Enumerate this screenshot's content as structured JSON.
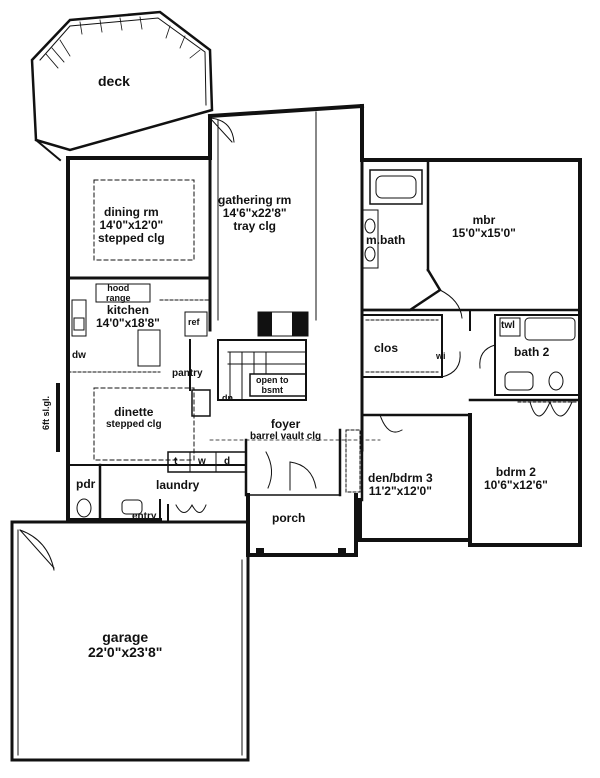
{
  "rooms": {
    "deck": {
      "name": "deck"
    },
    "dining": {
      "name": "dining rm",
      "size": "14'0\"x12'0\"",
      "note": "stepped clg"
    },
    "gathering": {
      "name": "gathering rm",
      "size": "14'6\"x22'8\"",
      "note": "tray clg"
    },
    "mbr": {
      "name": "mbr",
      "size": "15'0\"x15'0\""
    },
    "mbath": {
      "name": "m.bath"
    },
    "kitchen": {
      "name": "kitchen",
      "size": "14'0\"x18'8\""
    },
    "hood": {
      "name": "hood",
      "sub": "range"
    },
    "ref": {
      "name": "ref"
    },
    "dw": {
      "name": "dw"
    },
    "pantry": {
      "name": "pantry"
    },
    "opentobsmt": {
      "name": "open to",
      "sub": "bsmt"
    },
    "dn": {
      "name": "dn"
    },
    "clos": {
      "name": "clos"
    },
    "wic": {
      "name": "wi"
    },
    "twl": {
      "name": "twl"
    },
    "bath2": {
      "name": "bath 2"
    },
    "dinette": {
      "name": "dinette",
      "note": "stepped clg"
    },
    "sliding": {
      "name": "6ft sl.gl."
    },
    "foyer": {
      "name": "foyer",
      "note": "barrel vault clg"
    },
    "den": {
      "name": "den/bdrm 3",
      "size": "11'2\"x12'0\""
    },
    "bdrm2": {
      "name": "bdrm 2",
      "size": "10'6\"x12'6\""
    },
    "pdr": {
      "name": "pdr"
    },
    "laundry": {
      "name": "laundry"
    },
    "entry": {
      "name": "entry"
    },
    "porch": {
      "name": "porch"
    },
    "garage": {
      "name": "garage",
      "size": "22'0\"x23'8\""
    },
    "appliance_t": {
      "name": "t"
    },
    "appliance_w": {
      "name": "w"
    },
    "appliance_d": {
      "name": "d"
    }
  }
}
